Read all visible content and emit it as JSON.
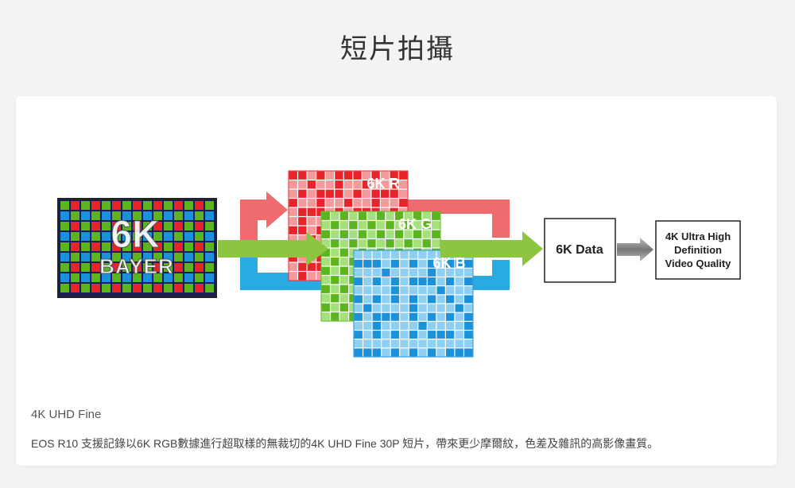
{
  "page": {
    "title": "短片拍攝"
  },
  "diagram": {
    "sensor_label_top": "6K",
    "sensor_label_bottom": "BAYER",
    "channel_r": "6K R",
    "channel_g": "6K G",
    "channel_b": "6K B",
    "data_box": "6K Data",
    "quality_line1": "4K Ultra High",
    "quality_line2": "Definition",
    "quality_line3": "Video Quality",
    "colors": {
      "red": "#e8242b",
      "red_light": "#f49a9c",
      "green": "#5cb51f",
      "green_light": "#a6e07a",
      "blue": "#1b91d9",
      "blue_light": "#8fd0f2",
      "bayer_dark": "#1d1d55",
      "arrow_red": "#ef6b6e",
      "arrow_green": "#8cc540",
      "arrow_blue": "#29abe2",
      "arrow_gray": "#888888"
    }
  },
  "caption": {
    "title": "4K UHD Fine",
    "body": "EOS R10 支援記錄以6K RGB數據進行超取樣的無裁切的4K UHD Fine 30P 短片，帶來更少摩爾紋，色差及雜訊的高影像畫質。"
  }
}
